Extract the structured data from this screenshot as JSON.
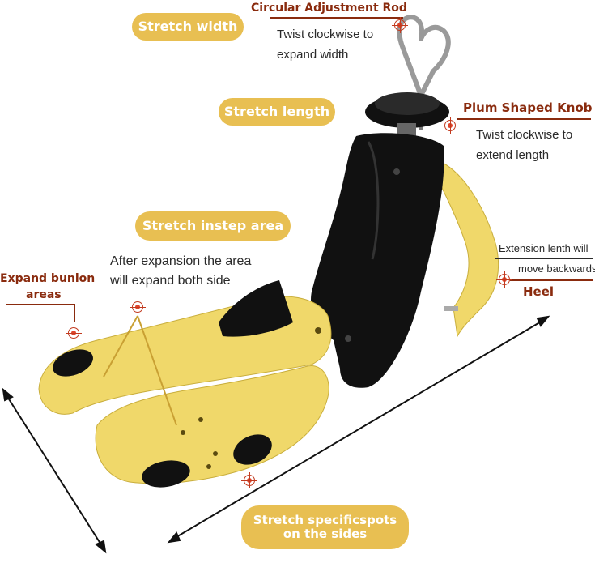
{
  "labels": {
    "stretch_width": "Stretch width",
    "stretch_length": "Stretch length",
    "stretch_instep": "Stretch instep area",
    "stretch_spots_line1": "Stretch specificspots",
    "stretch_spots_line2": "on the sides"
  },
  "rod": {
    "title": "Circular Adjustment Rod",
    "line1": "Twist clockwise to",
    "line2": "expand width"
  },
  "knob": {
    "title": "Plum Shaped Knob",
    "line1": "Twist clockwise to",
    "line2": "extend length"
  },
  "heel": {
    "line1": "Extension lenth will",
    "line2": "move backwards",
    "title": "Heel"
  },
  "instep": {
    "line1": "After expansion the area",
    "line2": "will expand both side"
  },
  "bunion": {
    "line1": "Expand bunion",
    "line2": "areas"
  },
  "colors": {
    "accent_yellow": "#e8bf52",
    "title_brown": "#8a2b0e",
    "product_yellow": "#f0d86a",
    "product_black": "#111111"
  }
}
